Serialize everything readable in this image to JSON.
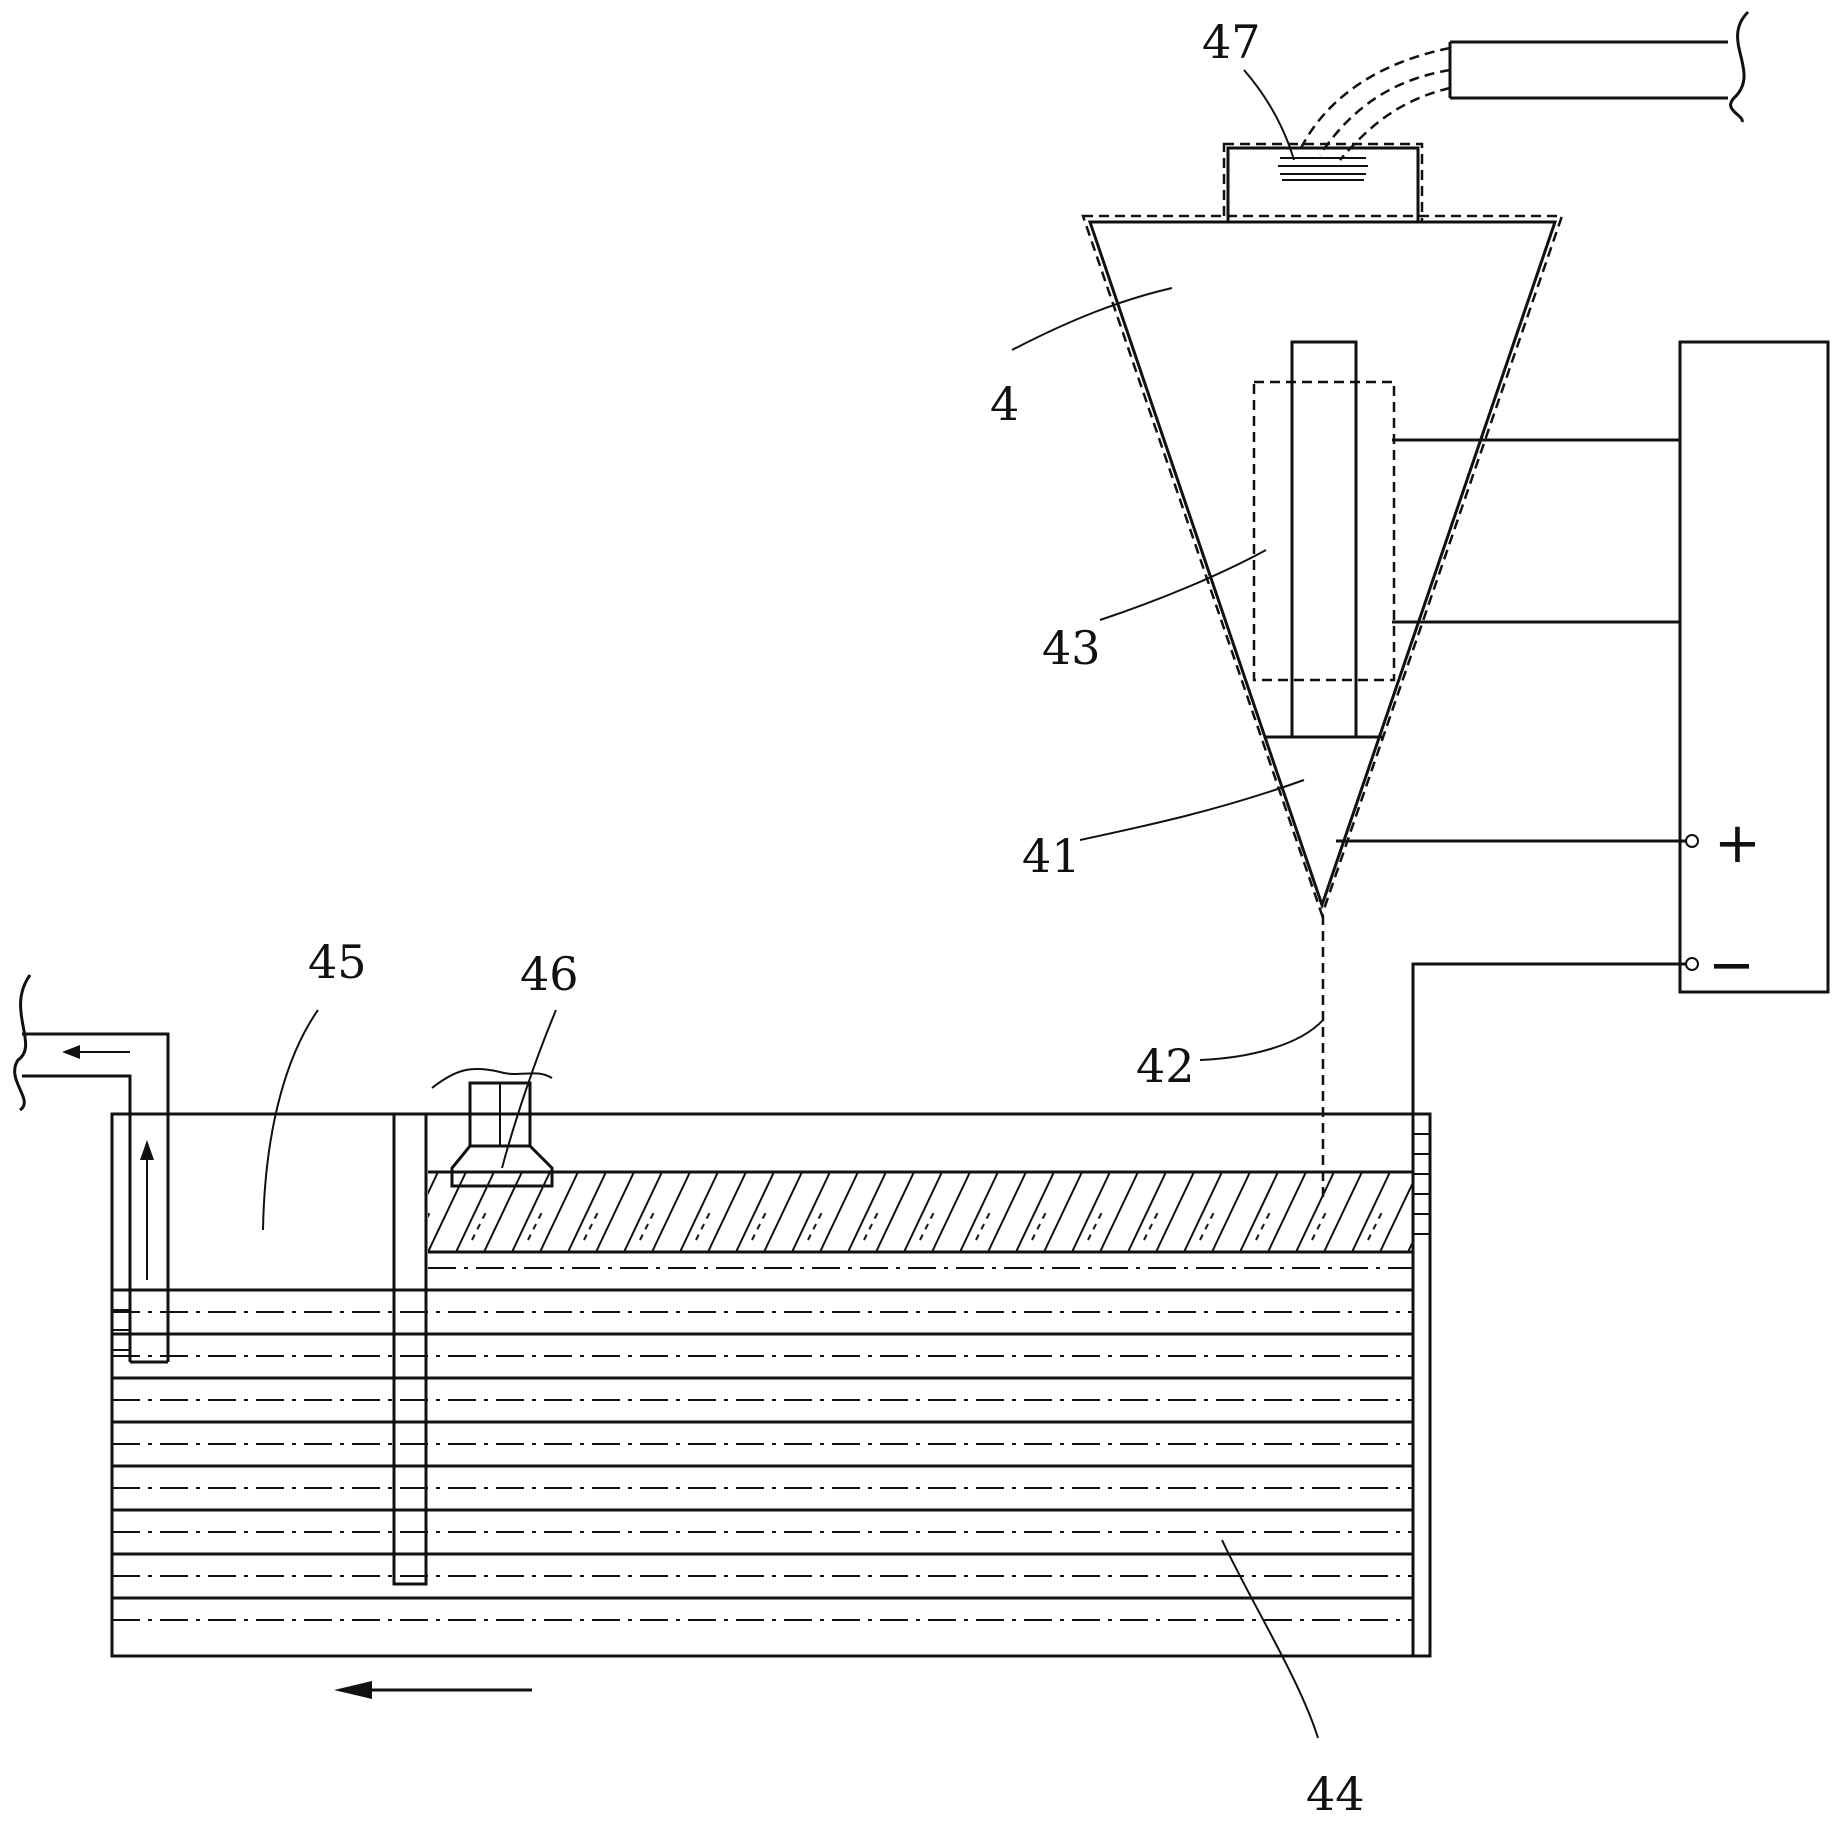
{
  "figure": {
    "labels": {
      "device": "4",
      "l41": "41",
      "l42": "42",
      "l43": "43",
      "l44": "44",
      "l45": "45",
      "l46": "46",
      "l47": "47"
    },
    "power_terminals": {
      "positive": "+",
      "negative": "−"
    }
  }
}
